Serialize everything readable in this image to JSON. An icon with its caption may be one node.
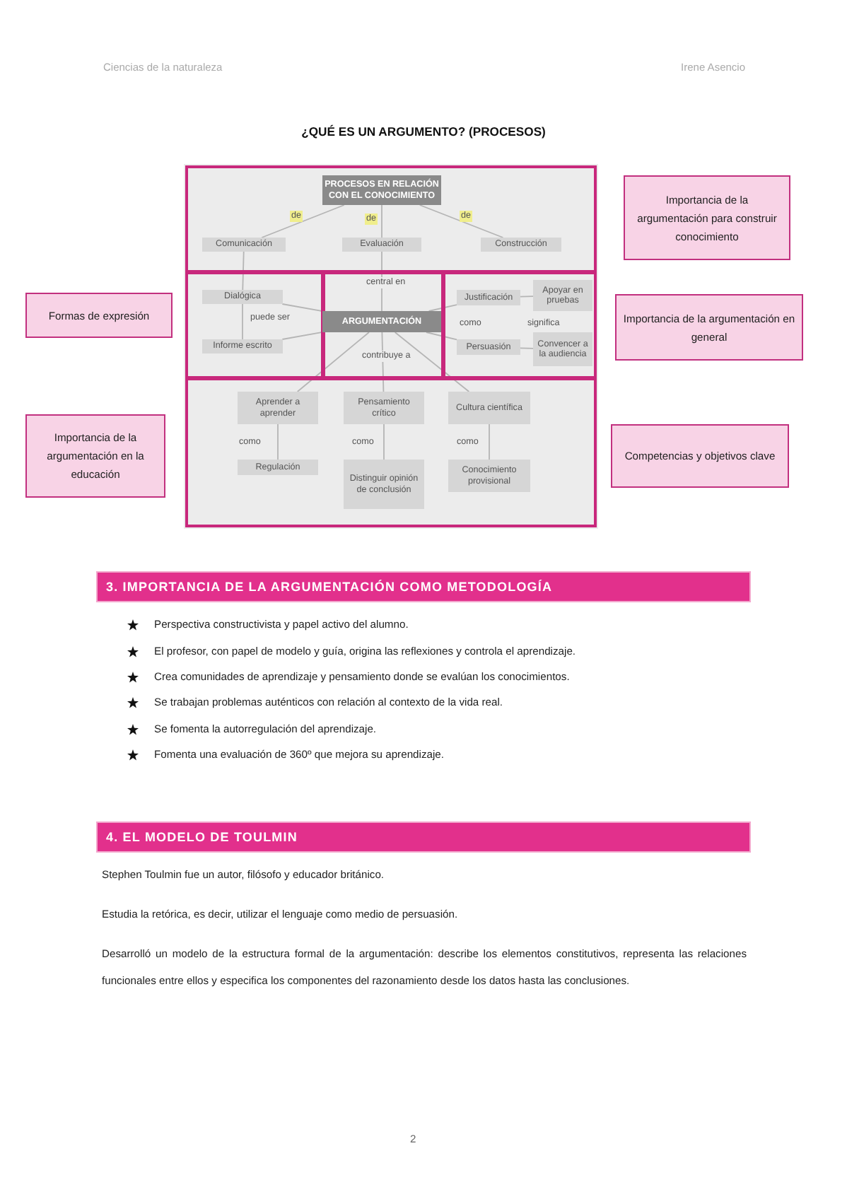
{
  "diagram": {
    "title": "¿QUÉ ES UN ARGUMENTO? (PROCESOS)",
    "nodes": [
      {
        "text": [],
        "shape": "box"
      },
      {
        "text": [
          "PROCESOS EN RELACIÓN CON EL CONOCIMIENTO"
        ],
        "in": 0
      },
      {
        "text": [
          "Comunicación"
        ],
        "in": 0
      },
      {
        "text": [
          "Evaluación"
        ],
        "in": 0
      },
      {
        "text": [
          "Construcción"
        ],
        "in": 0
      },
      {
        "text": [],
        "shape": "box"
      },
      {
        "text": [
          "Dialógica"
        ],
        "in": 5
      },
      {
        "text": [
          "Informe escrito"
        ],
        "in": 5
      },
      {
        "text": [],
        "shape": "box"
      },
      {
        "text": [
          "ARGUMENTACIÓN"
        ],
        "in": 8
      },
      {
        "text": [],
        "shape": "box"
      },
      {
        "text": [
          "Justificación"
        ],
        "in": 10
      },
      {
        "text": [
          "Apoyar en pruebas"
        ],
        "in": 10
      },
      {
        "text": [
          "Persuasión"
        ],
        "in": 10
      },
      {
        "text": [
          "Convencer a la audiencia"
        ],
        "in": 10
      },
      {
        "text": [],
        "shape": "box"
      },
      {
        "text": [
          "Aprender a aprender"
        ],
        "in": 15
      },
      {
        "text": [
          "Pensamiento crítico"
        ],
        "in": 15
      },
      {
        "text": [
          "Cultura científica"
        ],
        "in": 15
      },
      {
        "text": [
          "Regulación"
        ],
        "in": 15
      },
      {
        "text": [
          "Distinguir opinión de conclusión"
        ],
        "in": 15
      },
      {
        "text": [
          "Conocimiento provisional"
        ],
        "in": 15
      },
      {
        "text": [
          "Importancia de la argumentación para construir conocimiento"
        ]
      },
      {
        "text": [
          "Formas de expresión"
        ]
      },
      {
        "text": [
          "Importancia de la argumentación en general"
        ]
      },
      {
        "text": [
          "Importancia de la argumentación en la educación"
        ]
      },
      {
        "text": [
          "Competencias y objetivos clave"
        ]
      }
    ],
    "edges": [
      {
        "from": 1,
        "to": 2,
        "arrow": "none",
        "label": "de"
      },
      {
        "from": 1,
        "to": 3,
        "arrow": "none",
        "label": "de"
      },
      {
        "from": 1,
        "to": 4,
        "arrow": "none",
        "label": "de"
      },
      {
        "from": 3,
        "to": 9,
        "arrow": "none",
        "label": "central en"
      },
      {
        "from": 2,
        "to": 6,
        "arrow": "none"
      },
      {
        "from": 6,
        "to": 7,
        "arrow": "none"
      },
      {
        "from": 9,
        "to": 6,
        "arrow": "none",
        "label": "puede ser"
      },
      {
        "from": 9,
        "to": 7,
        "arrow": "none"
      },
      {
        "from": 9,
        "to": 11,
        "arrow": "none",
        "label": "como"
      },
      {
        "from": 9,
        "to": 13,
        "arrow": "none"
      },
      {
        "from": 11,
        "to": 12,
        "arrow": "none",
        "label": "significa"
      },
      {
        "from": 13,
        "to": 14,
        "arrow": "none"
      },
      {
        "from": 9,
        "to": 16,
        "arrow": "none"
      },
      {
        "from": 9,
        "to": 17,
        "arrow": "none",
        "label": "contribuye a"
      },
      {
        "from": 9,
        "to": 18,
        "arrow": "none"
      },
      {
        "from": 16,
        "to": 19,
        "arrow": "none",
        "label": "como"
      },
      {
        "from": 17,
        "to": 20,
        "arrow": "none",
        "label": "como"
      },
      {
        "from": 18,
        "to": 21,
        "arrow": "none",
        "label": "como"
      }
    ],
    "labels": [
      "Ciencias de la naturaleza",
      "Irene Asencio",
      "3. IMPORTANCIA DE LA ARGUMENTACIÓN COMO METODOLOGÍA",
      "Perspectiva constructivista y papel activo del alumno.",
      "El profesor, con papel de modelo y guía, origina las reflexiones y controla el aprendizaje.",
      "Crea comunidades de aprendizaje y pensamiento donde se evalúan los conocimientos.",
      "Se trabajan problemas auténticos con relación al contexto de la vida real.",
      "Se fomenta la autorregulación del aprendizaje.",
      "Fomenta una evaluación de 360º que mejora su aprendizaje.",
      "4. EL MODELO DE TOULMIN",
      "Stephen Toulmin fue un autor, filósofo y educador británico.",
      "Estudia la retórica, es decir, utilizar el lenguaje como medio de persuasión.",
      "Desarrolló un modelo de la estructura formal de la argumentación: describe los elementos constitutivos, representa las relaciones funcionales entre ellos y especifica los componentes del razonamiento desde los datos hasta las conclusiones.",
      "2"
    ]
  }
}
